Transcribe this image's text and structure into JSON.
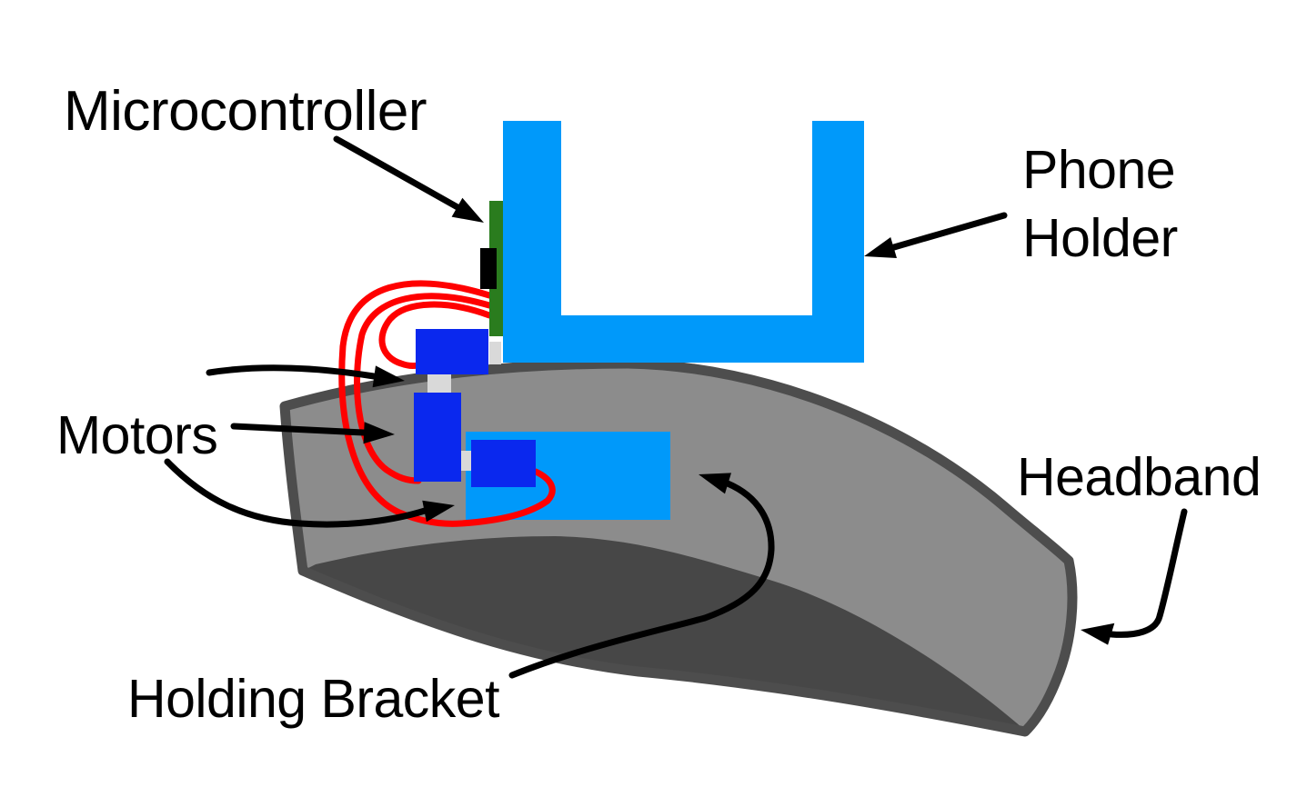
{
  "figure": {
    "title": "Head-mounted haptic device diagram",
    "background": "#FFFFFF",
    "labels": {
      "microcontroller": "Microcontroller",
      "phone_holder_line1": "Phone",
      "phone_holder_line2": "Holder",
      "motors": "Motors",
      "headband": "Headband",
      "holding_bracket": "Holding Bracket"
    },
    "colors": {
      "phone_holder": "#0099FA",
      "bracket": "#0099FA",
      "motor": "#0A28EE",
      "pcb_green": "#2A7C1E",
      "chip_black": "#000000",
      "connector_gray": "#D9D9D9",
      "headband_face": "#8C8C8C",
      "headband_shadow": "#474747",
      "headband_outline": "#4D4D4D",
      "wire_red": "#FF0000",
      "arrow_black": "#000000",
      "label_text": "#000000"
    }
  }
}
